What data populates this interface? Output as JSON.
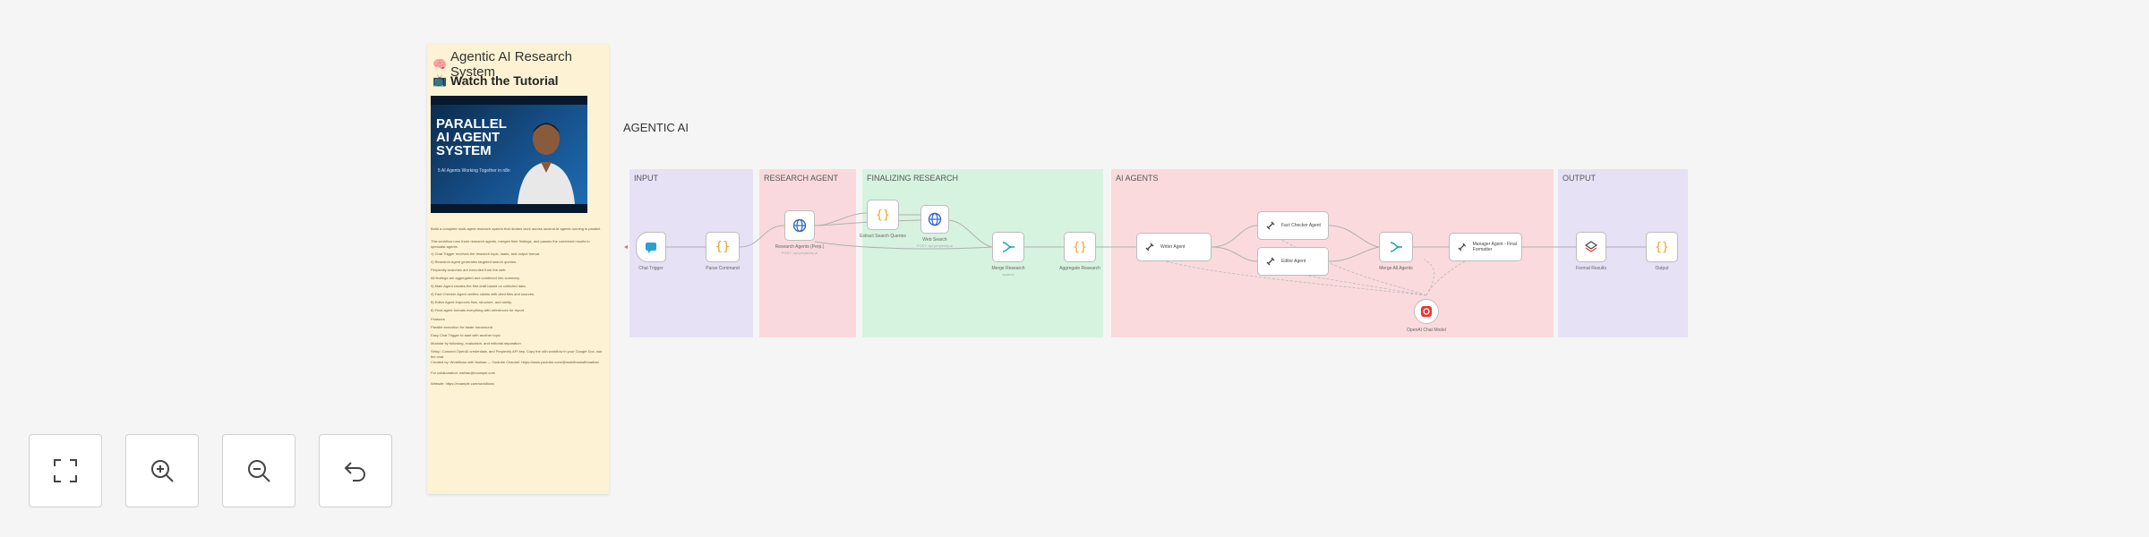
{
  "sticky_note": {
    "title_emoji": "🧠",
    "title": "Agentic AI Research System",
    "tutorial_emoji": "📺",
    "tutorial_heading": "Watch the Tutorial",
    "thumbnail": {
      "headline": "PARALLEL AI AGENT SYSTEM",
      "caption": "5 AI Agents Working Together in n8n"
    },
    "paragraphs": [
      "Build a complete multi-agent research system that divides work across several AI agents running in parallel.",
      "This workflow runs three research agents, merges their findings, and passes the combined results to specialist agents.",
      "1) Chat Trigger receives the research topic, loads, and output format.",
      "2) Research Agent generates targeted search queries.",
      "Perplexity searches are executed from the web.",
      "All findings are aggregated and combined into summary.",
      "3) Main Agent creates the first draft based on collected data.",
      "4) Fact Checker Agent verifies claims with cited files and sources.",
      "5) Editor Agent improves flow, structure, and clarity.",
      "6) Final agent formats everything with references for report.",
      "Features",
      "Parallel execution for faster turnaround",
      "Easy Chat Trigger to start with another topic",
      "Modular by following, evaluation, and editorial separation",
      "Setup: Connect OpenAI credentials, and Perplexity API key. Copy the n8n workflow in your Google Doc, use the chat.",
      "Created by: Workflows with Nathan — Youtube Channel: https://www.youtube.com/@workflowswithnathan",
      "For collaboration: nathan@example.com",
      "Website: https://example.com/workflows"
    ]
  },
  "canvas": {
    "title": "AGENTIC AI",
    "groups": [
      {
        "id": "input",
        "label": "INPUT"
      },
      {
        "id": "research",
        "label": "RESEARCH AGENT"
      },
      {
        "id": "finalizing",
        "label": "FINALIZING RESEARCH"
      },
      {
        "id": "ai_agents",
        "label": "AI AGENTS"
      },
      {
        "id": "output",
        "label": "OUTPUT"
      }
    ],
    "nodes": {
      "chat_trigger": {
        "label": "Chat Trigger"
      },
      "parse_command": {
        "label": "Parse Command"
      },
      "research_agents": {
        "label": "Research Agents (Perp.)",
        "sub": "POST: api.perplexity.ai"
      },
      "extract_queries": {
        "label": "Extract Search Queries"
      },
      "web_search": {
        "label": "Web Search",
        "sub": "POST: api.perplexity.ai"
      },
      "merge_research": {
        "label": "Merge Research",
        "sub": "append"
      },
      "aggregate_research": {
        "label": "Aggregate Research"
      },
      "writer_agent": {
        "label": "Writer Agent"
      },
      "fact_checker": {
        "label": "Fact Checker Agent"
      },
      "editor_agent": {
        "label": "Editor Agent"
      },
      "merge_all_agents": {
        "label": "Merge All Agents"
      },
      "manager_agent": {
        "label": "Manager Agent - Final Formatter"
      },
      "openai_chat_model": {
        "label": "OpenAI Chat Model"
      },
      "format_results": {
        "label": "Format Results"
      },
      "output": {
        "label": "Output"
      }
    }
  },
  "controls": [
    {
      "name": "fit-view-button",
      "icon": "fullscreen-icon"
    },
    {
      "name": "zoom-in-button",
      "icon": "zoom-in-icon"
    },
    {
      "name": "zoom-out-button",
      "icon": "zoom-out-icon"
    },
    {
      "name": "undo-button",
      "icon": "undo-icon"
    }
  ]
}
